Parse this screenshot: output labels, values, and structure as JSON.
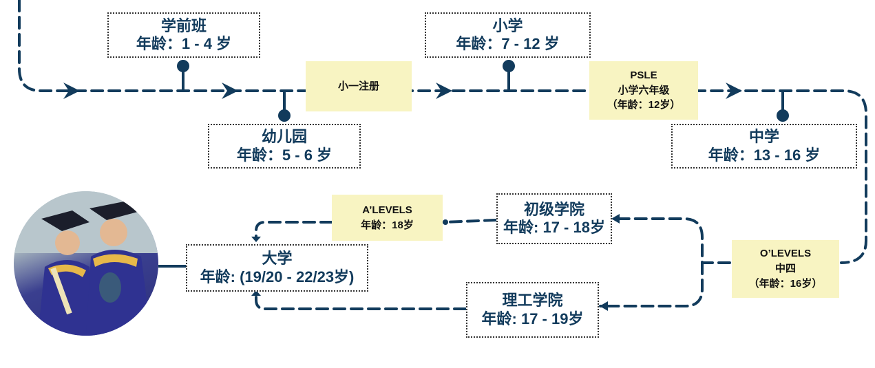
{
  "diagram": {
    "colors": {
      "line": "#123b5c",
      "note_bg": "#f8f4c2",
      "stage_text": "#123b5c"
    },
    "stages": [
      {
        "id": "preschool",
        "title": "学前班",
        "age": "年龄：1 - 4 岁"
      },
      {
        "id": "kindergarten",
        "title": "幼儿园",
        "age": "年龄：5 - 6 岁"
      },
      {
        "id": "primary",
        "title": "小学",
        "age": "年龄：7 - 12 岁"
      },
      {
        "id": "secondary",
        "title": "中学",
        "age": "年龄：13 - 16 岁"
      },
      {
        "id": "junior-college",
        "title": "初级学院",
        "age": "年龄: 17 - 18岁"
      },
      {
        "id": "polytechnic",
        "title": "理工学院",
        "age": "年龄: 17 - 19岁"
      },
      {
        "id": "university",
        "title": "大学",
        "age": "年龄: (19/20 - 22/23岁)"
      }
    ],
    "notes": [
      {
        "id": "p1-registration",
        "lines": [
          "小一注册"
        ]
      },
      {
        "id": "psle",
        "lines": [
          "PSLE",
          "小学六年级",
          "（年龄：12岁）"
        ]
      },
      {
        "id": "o-levels",
        "lines": [
          "O’LEVELS",
          "中四",
          "（年龄：16岁）"
        ]
      },
      {
        "id": "a-levels",
        "lines": [
          "A’LEVELS",
          "年龄：18岁"
        ]
      }
    ],
    "photo": {
      "alt": "Two graduates in gowns and caps"
    }
  }
}
